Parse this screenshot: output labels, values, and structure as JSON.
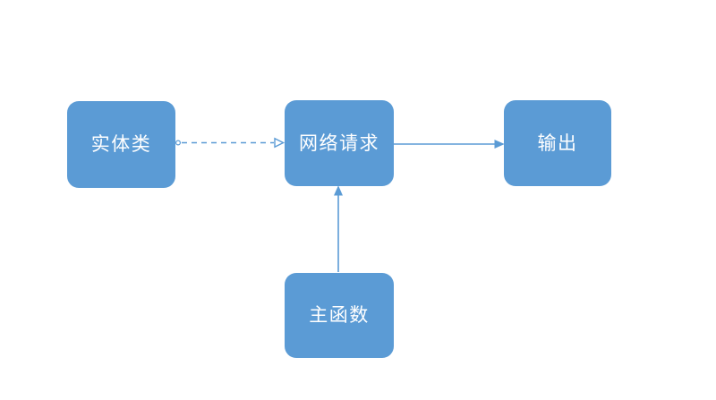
{
  "diagram": {
    "nodes": [
      {
        "id": "entity",
        "label": "实体类"
      },
      {
        "id": "network",
        "label": "网络请求"
      },
      {
        "id": "output",
        "label": "输出"
      },
      {
        "id": "main",
        "label": "主函数"
      }
    ],
    "connectors": [
      {
        "id": "entity-to-network",
        "from": "实体类",
        "to": "网络请求",
        "line_style": "dashed",
        "arrowhead": "open"
      },
      {
        "id": "network-to-output",
        "from": "网络请求",
        "to": "输出",
        "line_style": "solid",
        "arrowhead": "filled"
      },
      {
        "id": "main-to-network",
        "from": "主函数",
        "to": "网络请求",
        "line_style": "solid",
        "arrowhead": "filled"
      }
    ],
    "colors": {
      "node_fill": "#5B9BD5",
      "node_text": "#FFFFFF",
      "connector": "#5B9BD5",
      "background": "#FFFFFF"
    }
  }
}
